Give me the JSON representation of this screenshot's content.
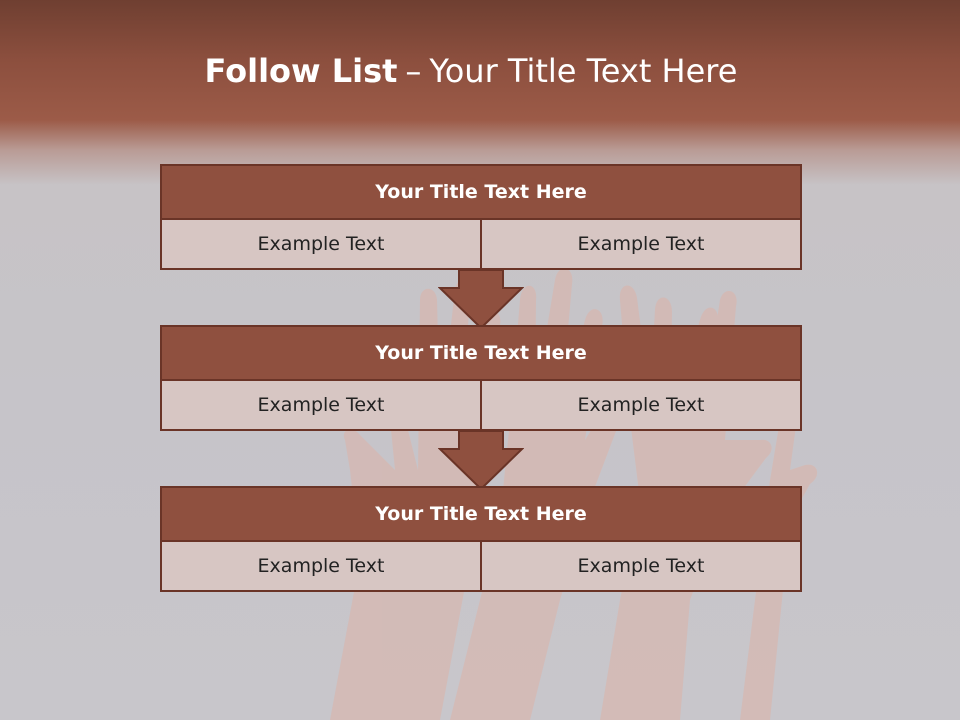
{
  "title": {
    "bold": "Follow List",
    "separator": "–",
    "rest": "Your Title Text Here"
  },
  "blocks": [
    {
      "heading": "Your Title Text Here",
      "cells": [
        "Example Text",
        "Example Text"
      ]
    },
    {
      "heading": "Your Title Text Here",
      "cells": [
        "Example Text",
        "Example Text"
      ]
    },
    {
      "heading": "Your Title Text Here",
      "cells": [
        "Example Text",
        "Example Text"
      ]
    }
  ],
  "colors": {
    "header_band": "#8c4f3e",
    "block_heading": "#8f503f",
    "block_cell": "#d7c6c3",
    "border": "#6a3427",
    "background": "#c8c6cb"
  }
}
